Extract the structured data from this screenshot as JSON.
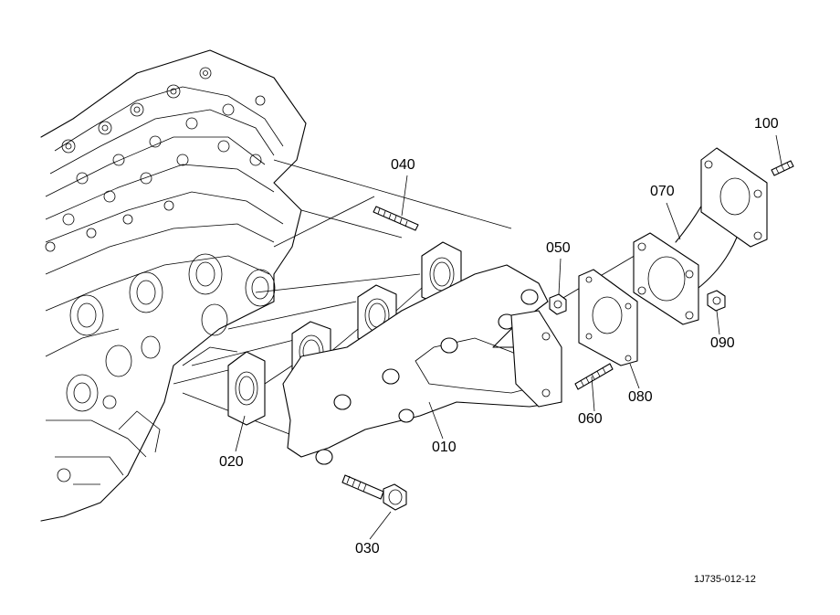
{
  "diagram": {
    "callouts": [
      {
        "id": "100",
        "text": "100"
      },
      {
        "id": "070",
        "text": "070"
      },
      {
        "id": "040",
        "text": "040"
      },
      {
        "id": "050",
        "text": "050"
      },
      {
        "id": "090",
        "text": "090"
      },
      {
        "id": "080",
        "text": "080"
      },
      {
        "id": "060",
        "text": "060"
      },
      {
        "id": "010",
        "text": "010"
      },
      {
        "id": "020",
        "text": "020"
      },
      {
        "id": "030",
        "text": "030"
      }
    ],
    "figure_code": "1J735-012-12"
  }
}
